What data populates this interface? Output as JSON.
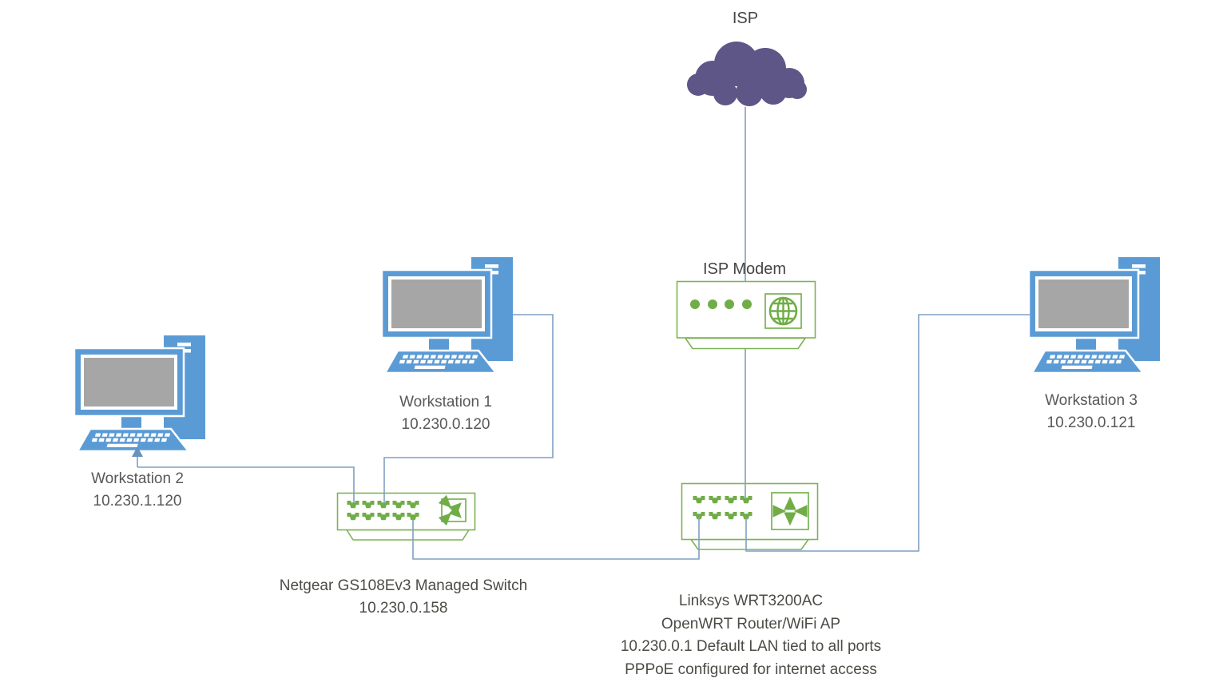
{
  "diagram": {
    "isp": {
      "label": "ISP"
    },
    "modem": {
      "label": "ISP Modem"
    },
    "workstations": [
      {
        "label": "Workstation 1",
        "ip": "10.230.0.120"
      },
      {
        "label": "Workstation 2",
        "ip": "10.230.1.120"
      },
      {
        "label": "Workstation 3",
        "ip": "10.230.0.121"
      }
    ],
    "switch": {
      "label": "Netgear GS108Ev3 Managed Switch",
      "ip": "10.230.0.158"
    },
    "router": {
      "lines": [
        "Linksys WRT3200AC",
        "OpenWRT Router/WiFi AP",
        "10.230.0.1 Default LAN tied to all ports",
        "PPPoE configured for internet access"
      ]
    },
    "icons": [
      "isp-cloud-icon",
      "globe-icon",
      "modem-status-lights",
      "ethernet-port-icon",
      "router-arrows-icon",
      "switch-crossed-arrows-icon",
      "workstation-icon",
      "connection-arrow-icon"
    ],
    "colors": {
      "device_green": "#70AD47",
      "outline_green": "#7EB254",
      "workstation_blue": "#5B9BD5",
      "screen_gray": "#A6A6A6",
      "cloud_purple": "#5D5687",
      "connector_blue": "#7FA0C2",
      "arrowhead_blue": "#6792BE",
      "label_gray": "#58585A",
      "caption_gray": "#4C4C46"
    }
  }
}
